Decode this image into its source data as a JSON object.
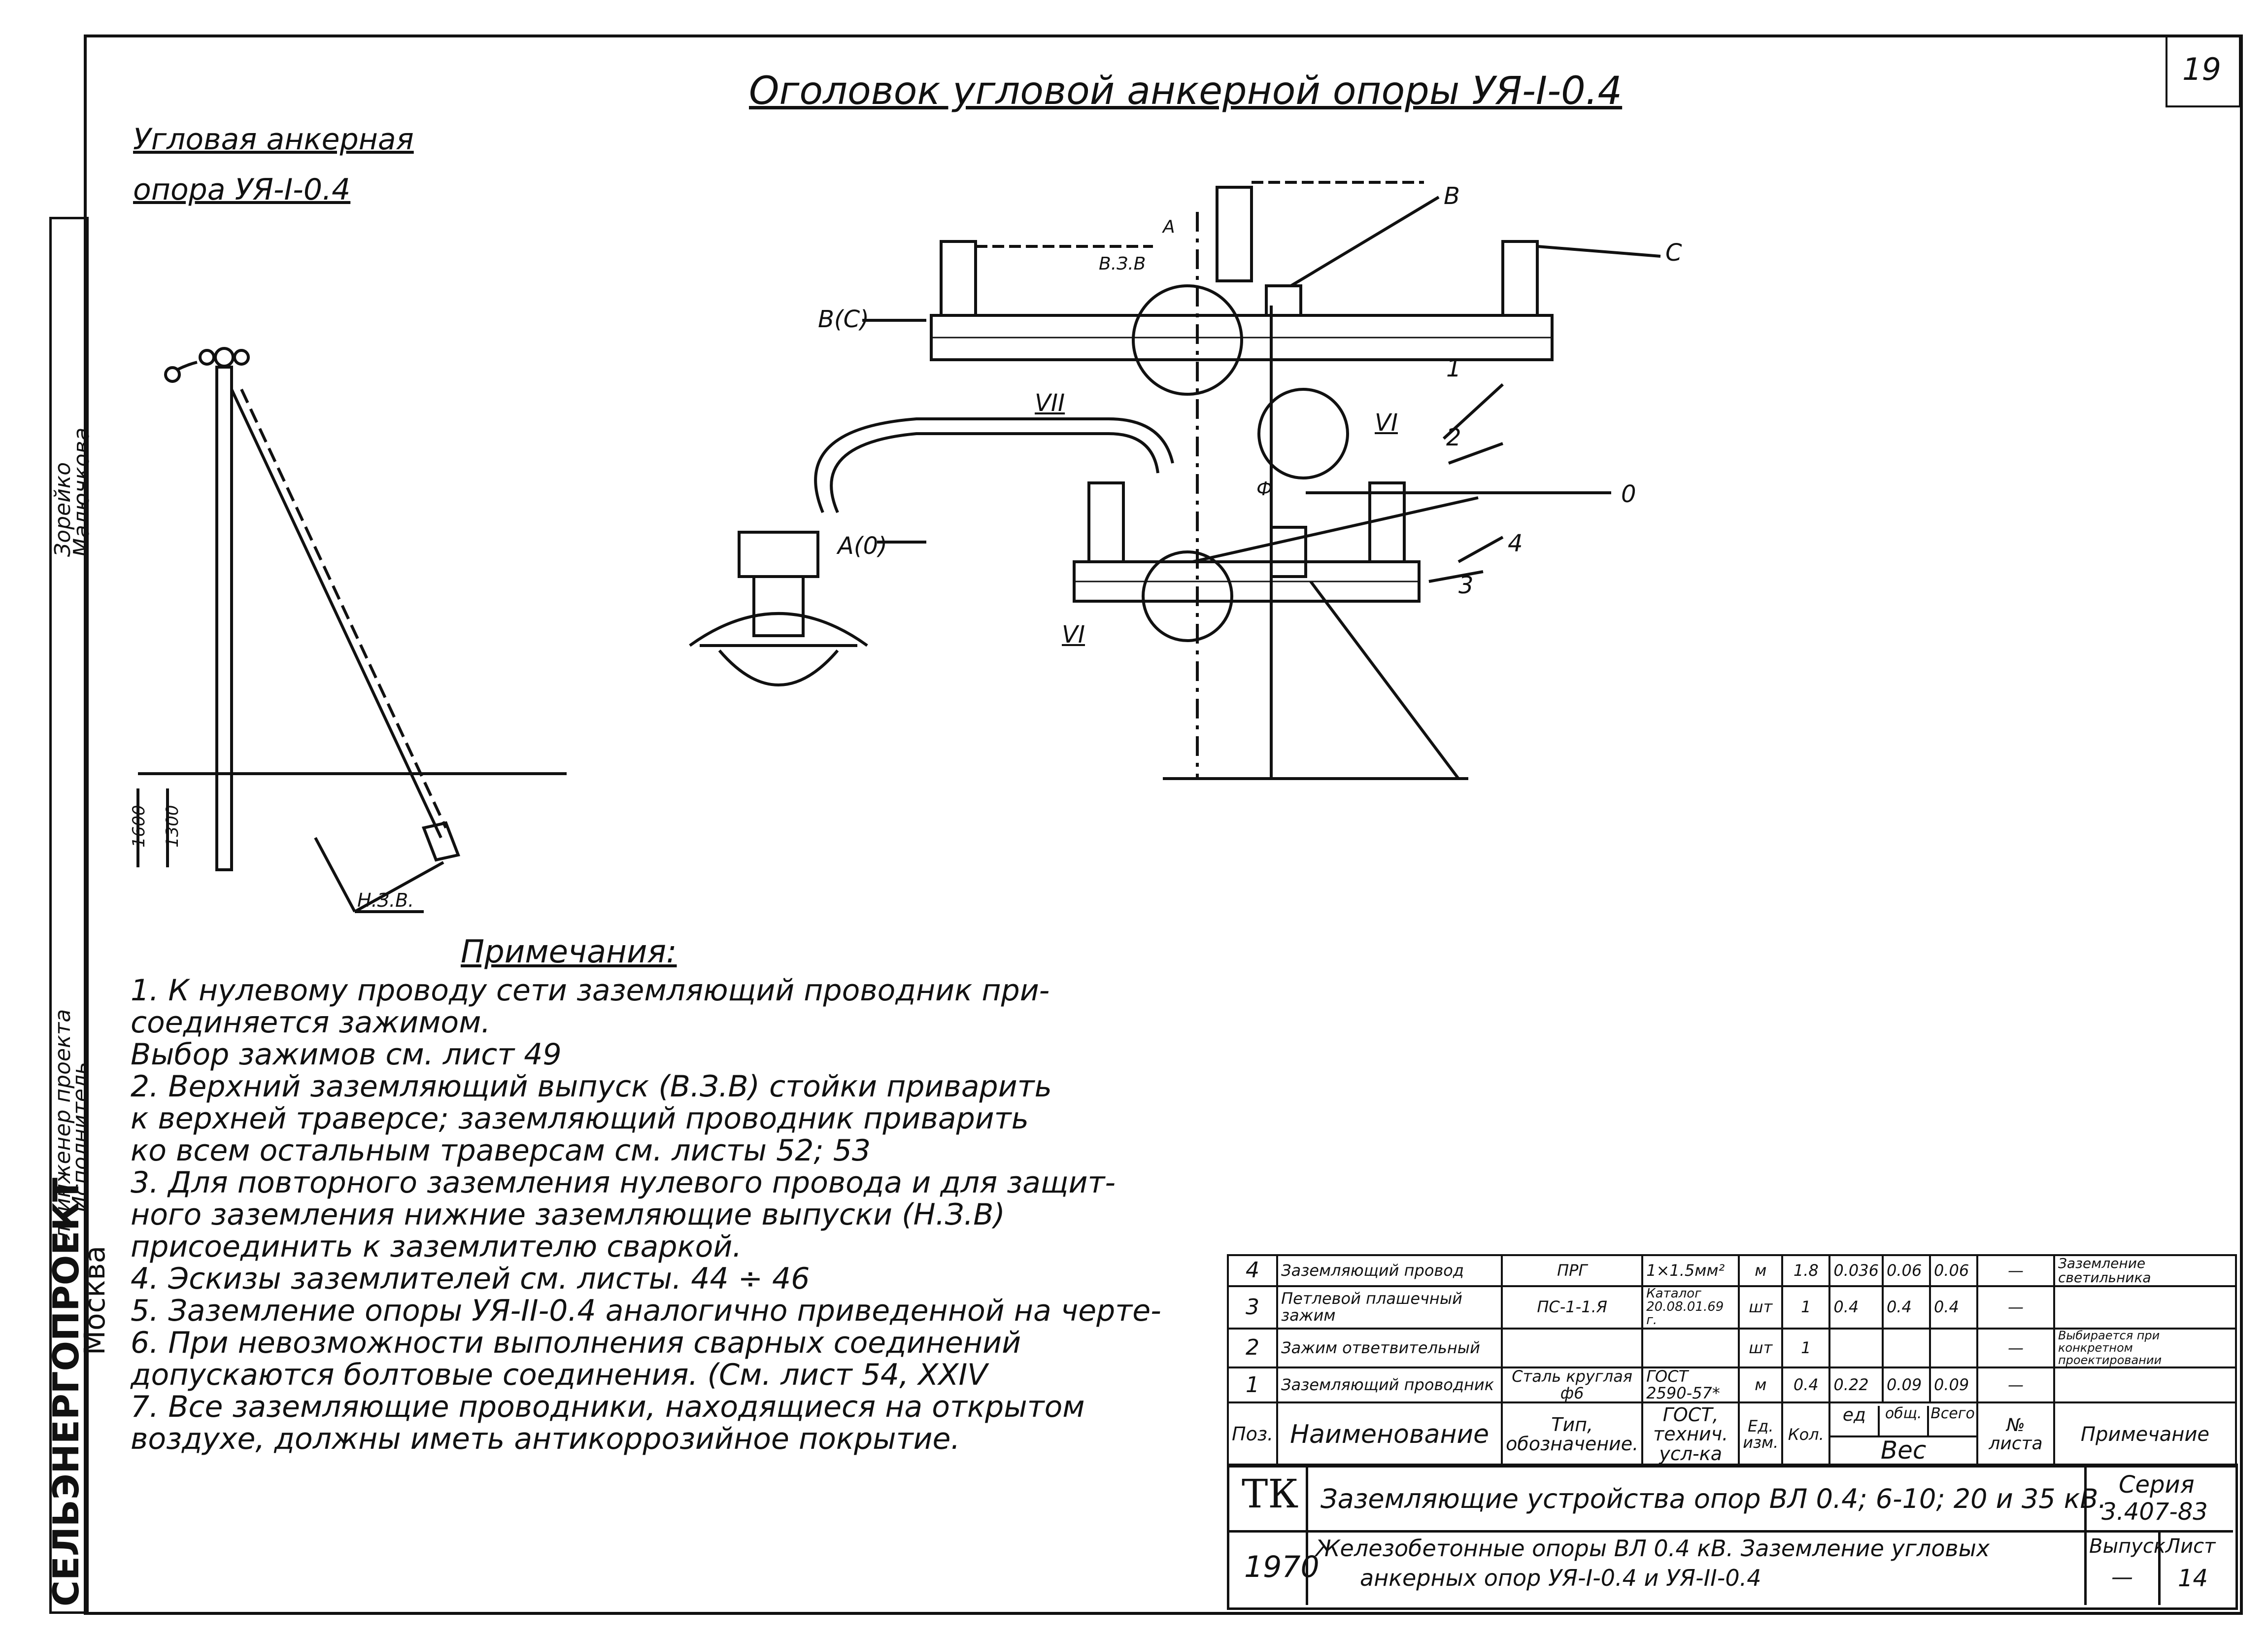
{
  "sheet_number": "19",
  "main_title": "Оголовок угловой анкерной опоры УЯ-I-0.4",
  "left_title": {
    "line1": "Угловая анкерная",
    "line2": "опора УЯ-I-0.4"
  },
  "side_stamp": {
    "org": "СЕЛЬЭНЕРГОПРОЕКТ",
    "city": "Москва",
    "role1": "Гл. инженер проекта",
    "role2": "Исполнитель",
    "name1": "Зорейко",
    "name2": "Малючкова"
  },
  "pole_drawing": {
    "dim1": "1600",
    "dim2": "1300",
    "ground_label": "Н.З.В."
  },
  "head_drawing": {
    "labels": [
      "В",
      "С",
      "В(С)",
      "А(0)",
      "0",
      "В.З.В",
      "А",
      "Ф"
    ],
    "callouts": [
      "1",
      "2",
      "3",
      "4",
      "VI",
      "VI",
      "VII"
    ]
  },
  "notes": {
    "title": "Примечания:",
    "lines": [
      "1. К нулевому проводу сети заземляющий проводник при-",
      "соединяется зажимом.",
      "Выбор зажимов см. лист 49",
      "2. Верхний заземляющий выпуск (В.З.В) стойки приварить",
      "к верхней траверсе; заземляющий проводник приварить",
      "ко всем остальным траверсам см. листы 52; 53",
      "3. Для повторного заземления нулевого провода и для защит-",
      "ного заземления нижние заземляющие выпуски (Н.З.В)",
      "присоединить к заземлителю сваркой.",
      "4. Эскизы заземлителей см. листы. 44 ÷ 46",
      "5. Заземление опоры УЯ-II-0.4 аналогично приведенной на черте-",
      "6. При невозможности выполнения сварных соединений",
      "допускаются болтовые соединения. (См. лист 54, XXIV",
      "7. Все заземляющие проводники, находящиеся на открытом",
      "воздухе, должны иметь антикоррозийное покрытие."
    ]
  },
  "spec_table": {
    "rows": [
      {
        "pos": "4",
        "name": "Заземляющий провод",
        "type": "ПРГ",
        "gost": "1×1.5мм²",
        "unit": "м",
        "qty": "1.8",
        "w1": "0.036",
        "w2": "0.06",
        "w3": "0.06",
        "sheet": "—",
        "note": "Заземление светильника"
      },
      {
        "pos": "3",
        "name": "Петлевой плашечный зажим",
        "type": "ПС-1-1.Я",
        "gost": "Каталог 20.08.01.69 г.",
        "unit": "шт",
        "qty": "1",
        "w1": "0.4",
        "w2": "0.4",
        "w3": "0.4",
        "sheet": "—",
        "note": ""
      },
      {
        "pos": "2",
        "name": "Зажим ответвительный",
        "type": "",
        "gost": "",
        "unit": "шт",
        "qty": "1",
        "w1": "",
        "w2": "",
        "w3": "",
        "sheet": "—",
        "note": "Выбирается при конкретном проектировании"
      },
      {
        "pos": "1",
        "name": "Заземляющий проводник",
        "type": "Сталь круглая ф6",
        "gost": "ГОСТ 2590-57*",
        "unit": "м",
        "qty": "0.4",
        "w1": "0.22",
        "w2": "0.09",
        "w3": "0.09",
        "sheet": "—",
        "note": ""
      }
    ],
    "header": {
      "pos": "Поз.",
      "name": "Наименование",
      "type": "Тип, обозначение.",
      "gost": "ГОСТ, технич. усл-ка",
      "unit": "Ед. изм.",
      "qty": "Кол.",
      "w1": "ед",
      "w2": "общ.",
      "w3": "Всего",
      "weight": "Вес",
      "sheet": "№ листа",
      "note": "Примечание"
    }
  },
  "title_block": {
    "tk": "ТК",
    "year": "1970",
    "line1": "Заземляющие устройства опор ВЛ 0.4; 6-10; 20 и 35 кВ.",
    "line2a": "Железобетонные опоры ВЛ 0.4 кВ. Заземление угловых",
    "line2b": "анкерных опор УЯ-I-0.4 и УЯ-II-0.4",
    "series_label": "Серия",
    "series_value": "3.407-83",
    "issue_label": "Выпуск",
    "issue_value": "—",
    "sheet_label": "Лист",
    "sheet_value": "14"
  }
}
